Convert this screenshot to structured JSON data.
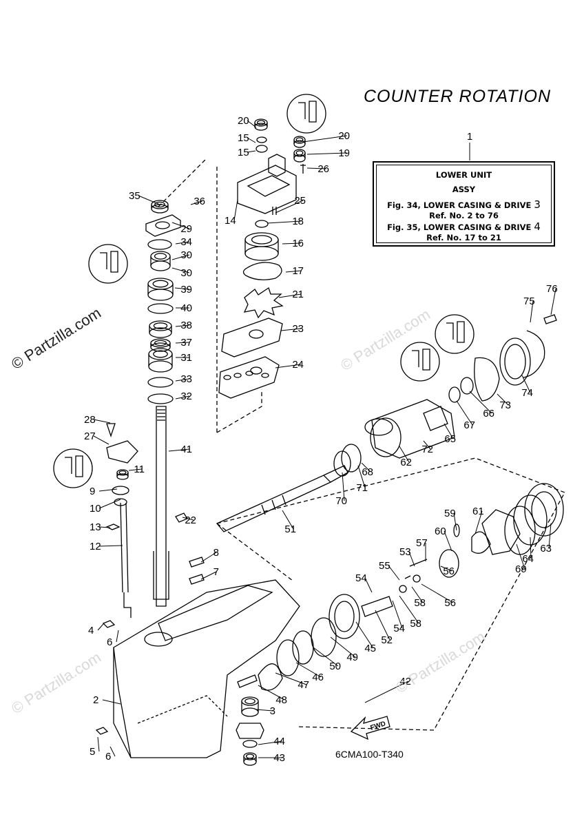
{
  "title": "COUNTER ROTATION",
  "callout": {
    "ref": "1",
    "line1": "LOWER UNIT",
    "line2": "ASSY",
    "line3": "Fig. 34, LOWER CASING & DRIVE",
    "line3_num": "3",
    "line4": "Ref. No. 2 to 76",
    "line5": "Fig. 35, LOWER CASING & DRIVE",
    "line5_num": "4",
    "line6": "Ref. No. 17 to 21"
  },
  "diagram_code": "6CMA100-T340",
  "fwd_label": "FWD",
  "watermarks": {
    "primary": "© Partzilla.com",
    "secondary": "© Partzilla.com"
  },
  "part_labels": [
    "20",
    "15",
    "15",
    "20",
    "19",
    "26",
    "25",
    "14",
    "18",
    "16",
    "17",
    "21",
    "23",
    "24",
    "35",
    "36",
    "29",
    "34",
    "30",
    "30",
    "39",
    "40",
    "38",
    "37",
    "31",
    "33",
    "32",
    "41",
    "28",
    "27",
    "11",
    "9",
    "10",
    "13",
    "12",
    "22",
    "8",
    "7",
    "4",
    "6",
    "2",
    "5",
    "6",
    "3",
    "44",
    "43",
    "76",
    "75",
    "74",
    "73",
    "66",
    "67",
    "65",
    "72",
    "62",
    "68",
    "71",
    "70",
    "51",
    "59",
    "61",
    "60",
    "57",
    "53",
    "55",
    "54",
    "58",
    "56",
    "56",
    "58",
    "54",
    "52",
    "45",
    "49",
    "50",
    "46",
    "47",
    "48",
    "42",
    "63",
    "64",
    "69"
  ]
}
